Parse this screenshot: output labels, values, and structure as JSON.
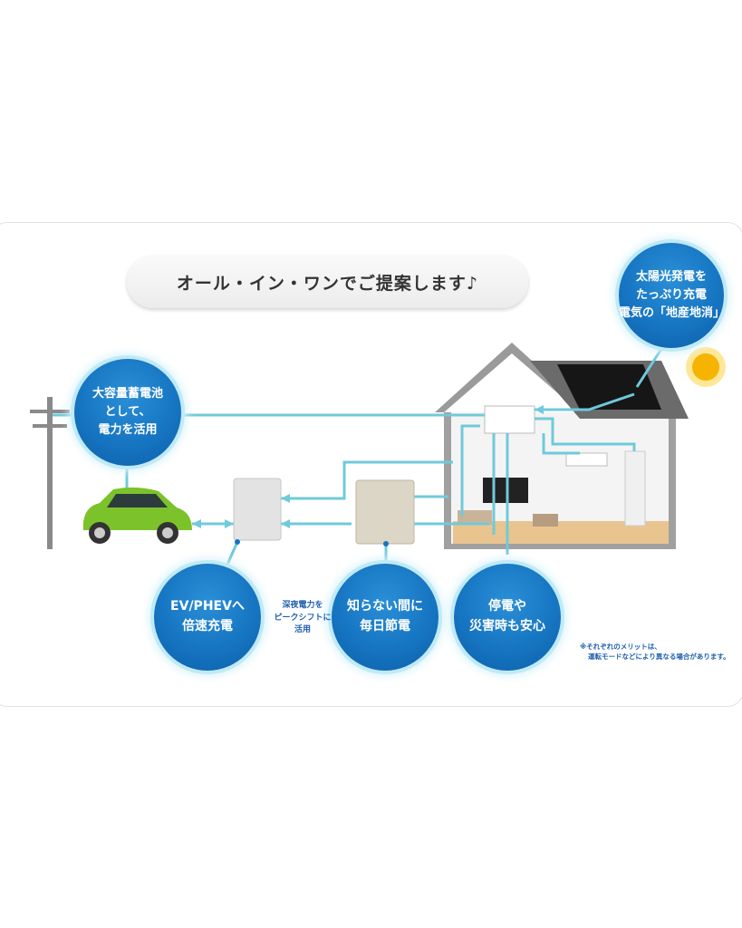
{
  "title": "オール・イン・ワンでご提案します♪",
  "circles": {
    "solar": [
      "太陽光発電を",
      "たっぷり充電",
      "電気の「地産地消」"
    ],
    "storage": [
      "大容量蓄電池",
      "として、",
      "電力を活用"
    ],
    "ev": [
      "EV/PHEVへ",
      "倍速充電"
    ],
    "saving": [
      "知らない間に",
      "毎日節電"
    ],
    "outage": [
      "停電や",
      "災害時も安心"
    ]
  },
  "peak_shift_note": [
    "深夜電力を",
    "ピークシフトに",
    "活用"
  ],
  "footnote": [
    "※それぞれのメリットは、",
    "運転モードなどにより異なる場合があります。"
  ],
  "colors": {
    "line": "#6fcadb",
    "circle": "#1675c2",
    "note": "#1f5fae"
  }
}
